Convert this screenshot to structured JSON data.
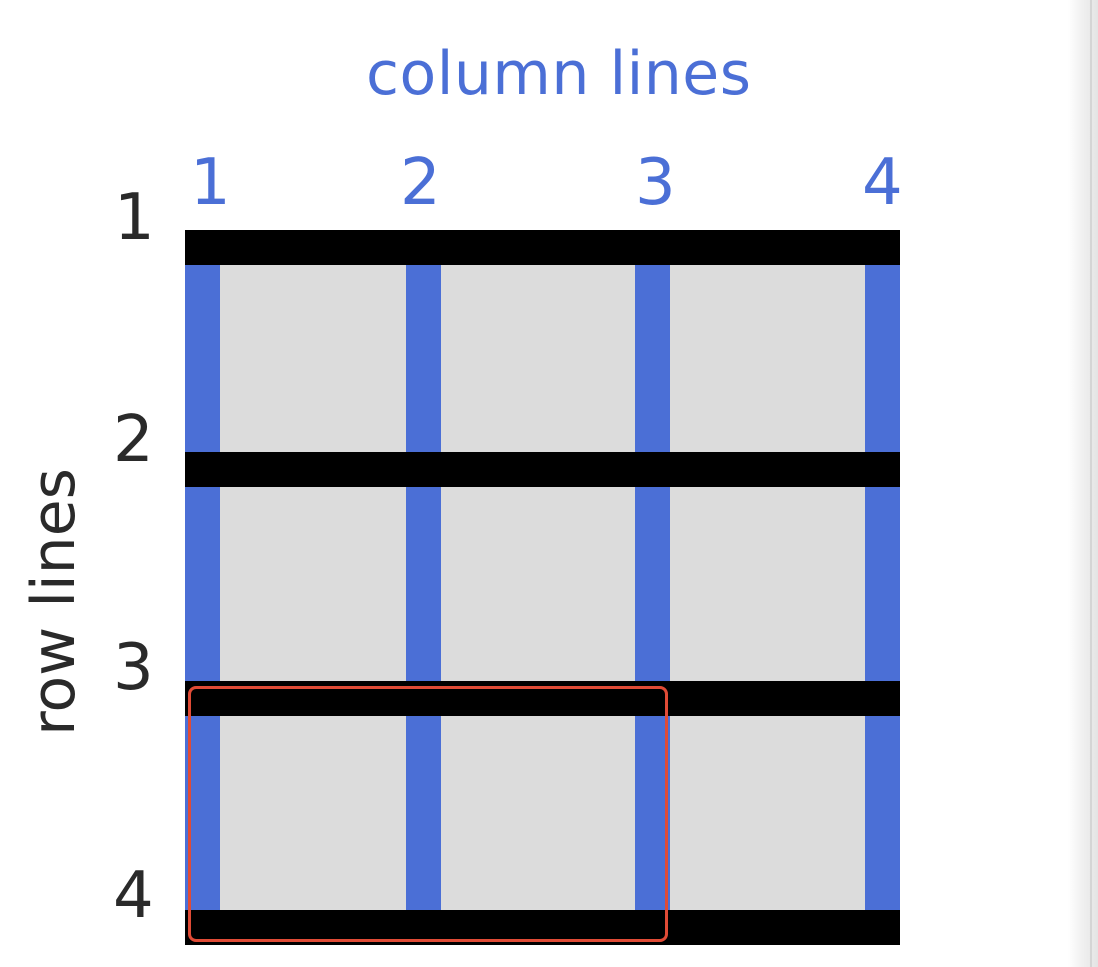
{
  "diagram": {
    "title": "column lines",
    "row_title": "row lines",
    "column_lines": [
      "1",
      "2",
      "3",
      "4"
    ],
    "row_lines": [
      "1",
      "2",
      "3",
      "4"
    ],
    "highlighted_area": {
      "row_start": 3,
      "row_end": 4,
      "column_start": 1,
      "column_end": 3
    },
    "colors": {
      "column_line": "#4b6fd6",
      "row_line": "#000000",
      "cell": "#dcdcdc",
      "highlight": "#e04b36",
      "label_dark": "#2a2a2a"
    }
  }
}
